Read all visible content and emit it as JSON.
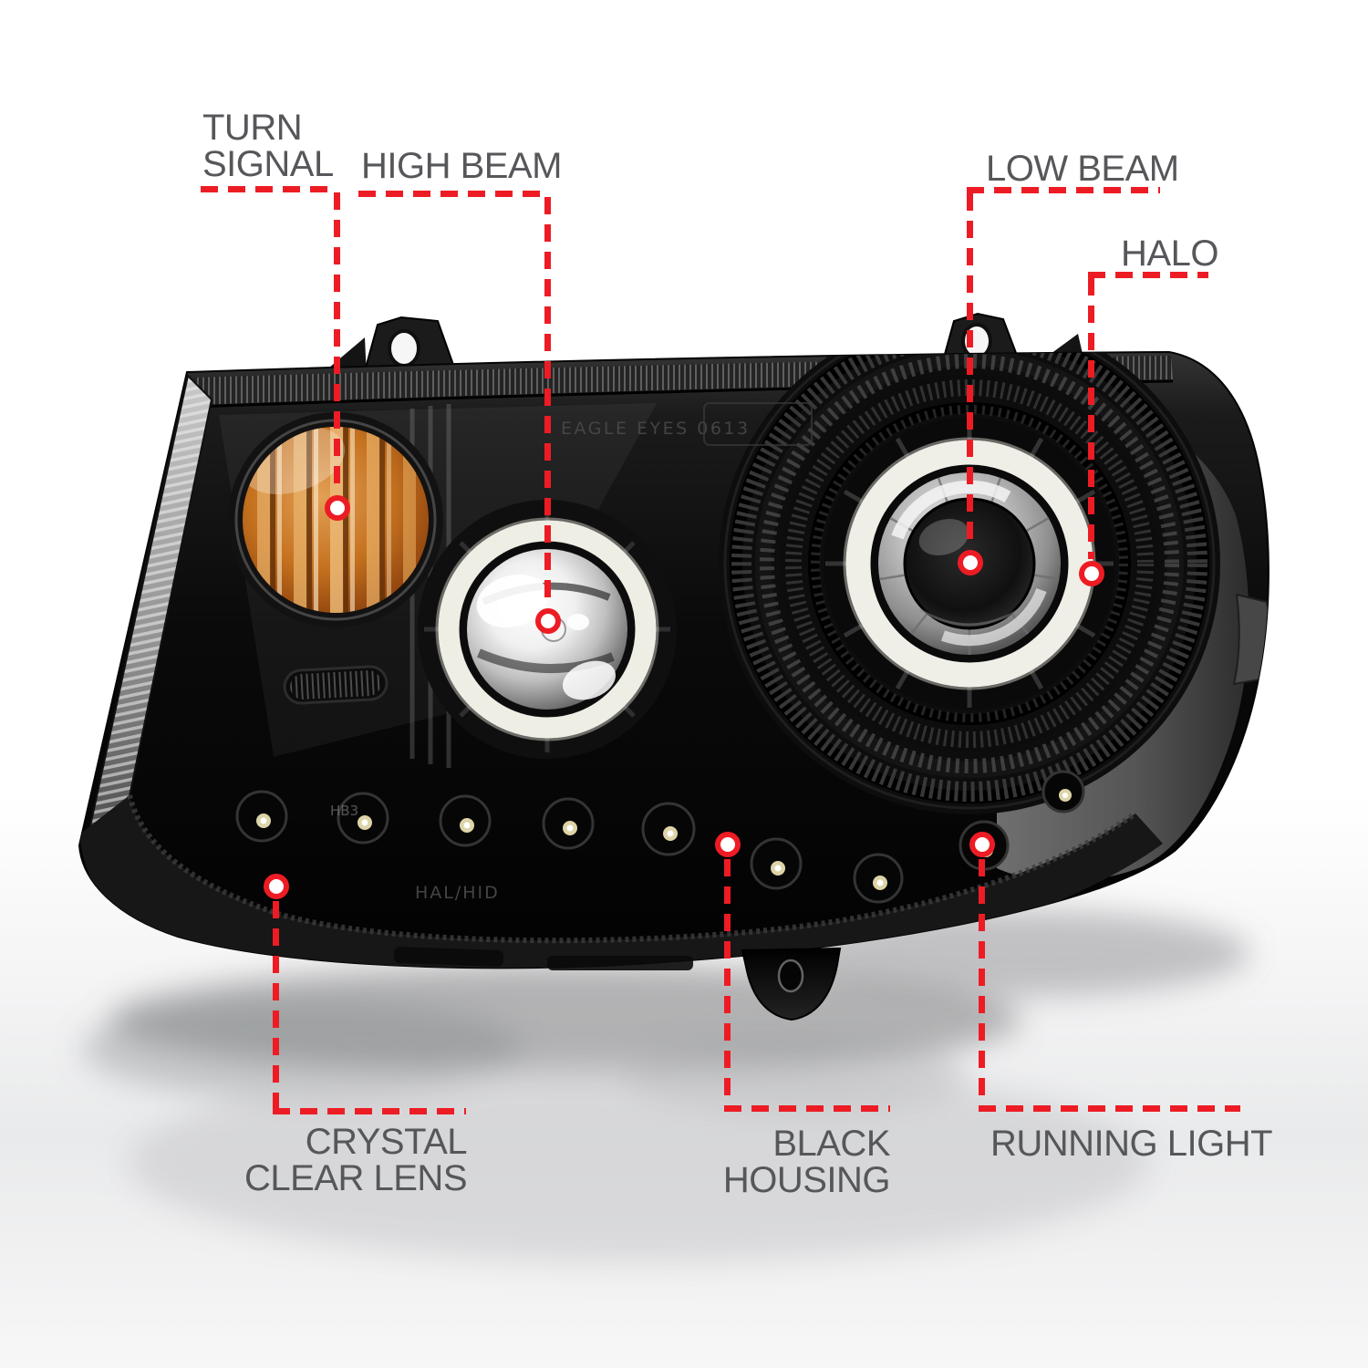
{
  "figure": {
    "subject": "projector headlight with halo rings, black housing, annotated feature callouts"
  },
  "colors": {
    "accent_red": "#ED1C24",
    "label_gray": "#56575A",
    "halo_white": "#F0EFE7",
    "amber": "#C4711F",
    "housing_black": "#0B0B0B",
    "side_cap_gray": "#5E5E5E",
    "background": "#FFFFFF"
  },
  "callouts": {
    "turn_signal": {
      "lines": [
        "TURN",
        "SIGNAL"
      ]
    },
    "high_beam": {
      "lines": [
        "HIGH BEAM"
      ]
    },
    "low_beam": {
      "lines": [
        "LOW BEAM"
      ]
    },
    "halo": {
      "lines": [
        "HALO"
      ]
    },
    "crystal_clear_lens": {
      "lines": [
        "CRYSTAL",
        "CLEAR LENS"
      ]
    },
    "black_housing": {
      "lines": [
        "BLACK",
        "HOUSING"
      ]
    },
    "running_light": {
      "lines": [
        "RUNNING LIGHT"
      ]
    }
  },
  "engravings": {
    "top_marking": "EAGLE EYES 0613",
    "bulb_marking": "HB3",
    "lens_marking": "HAL/HID"
  }
}
